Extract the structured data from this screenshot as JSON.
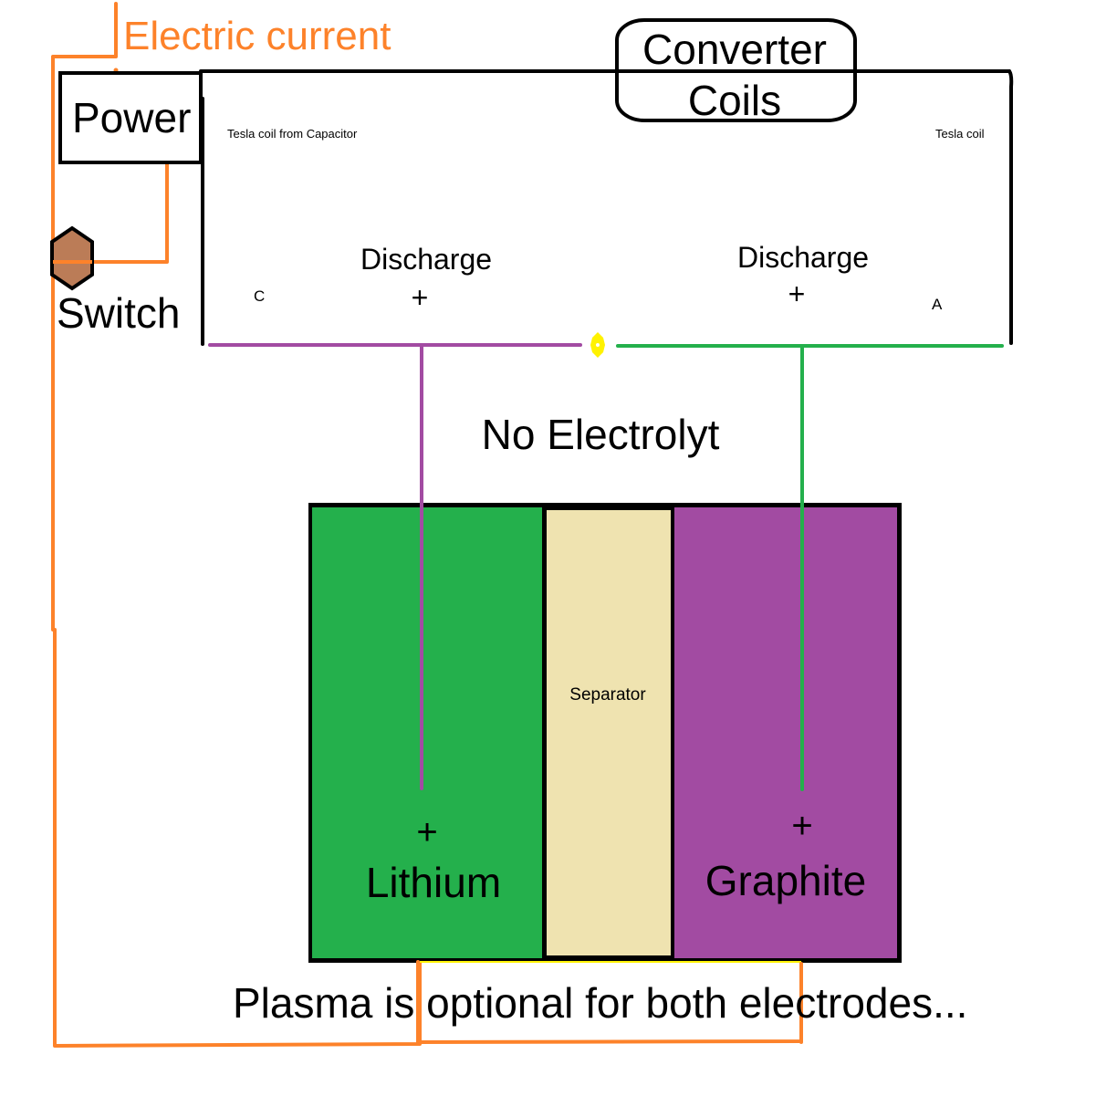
{
  "title": "Electric current",
  "colors": {
    "current": "#fd822a",
    "cathode_wire": "#a24ba2",
    "anode_wire": "#24b04c",
    "lithium": "#24b04c",
    "graphite": "#a24ba2",
    "separator": "#efe3b0",
    "switch": "#bb7c57",
    "spark": "#fff200",
    "outline": "#000000"
  },
  "power": {
    "label": "Power"
  },
  "switch": {
    "label": "Switch"
  },
  "converter": {
    "line1": "Converter",
    "line2": "Coils"
  },
  "tesla_left": {
    "label": "Tesla coil from Capacitor"
  },
  "tesla_right": {
    "label": "Tesla coil"
  },
  "terminals": {
    "left": {
      "letter": "C",
      "discharge": "Discharge",
      "sign": "+"
    },
    "right": {
      "letter": "A",
      "discharge": "Discharge",
      "sign": "+"
    }
  },
  "electrolyte_note": "No Electrolyt",
  "cell": {
    "lithium": {
      "sign": "+",
      "label": "Lithium"
    },
    "separator": {
      "label": "Separator"
    },
    "graphite": {
      "sign": "+",
      "label": "Graphite"
    }
  },
  "footer_note": "Plasma is optional for both electrodes..."
}
